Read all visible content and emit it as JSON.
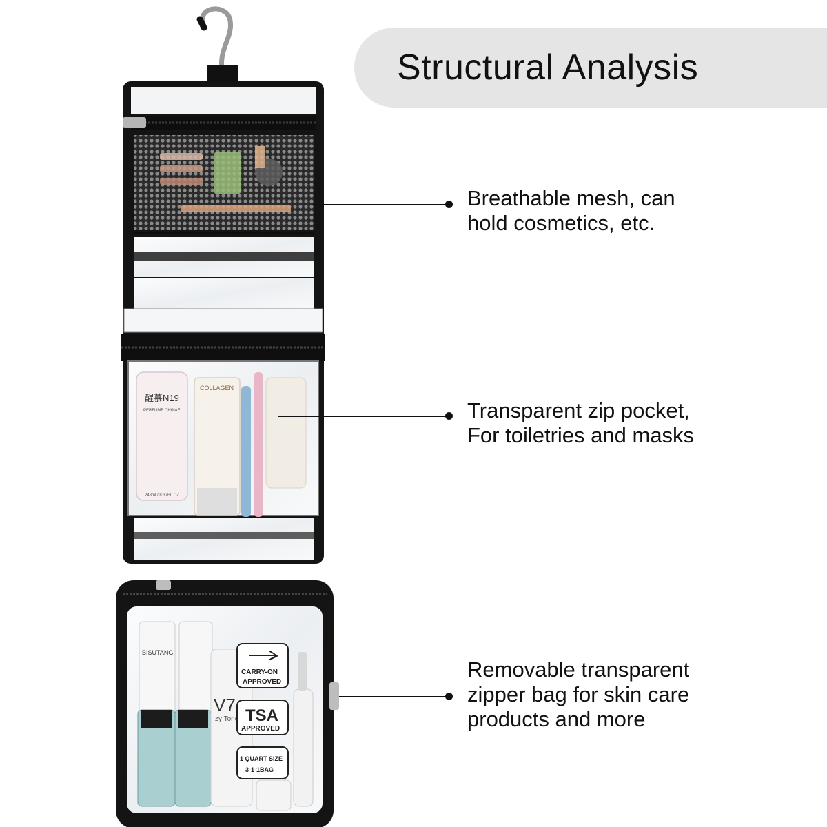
{
  "title": "Structural Analysis",
  "callouts": [
    {
      "lines": [
        "Breathable mesh, can",
        "hold cosmetics, etc."
      ]
    },
    {
      "lines": [
        "Transparent zip pocket,",
        "For toiletries and masks"
      ]
    },
    {
      "lines": [
        "Removable transparent",
        "zipper bag for skin care",
        "products and more"
      ]
    }
  ],
  "product_text": {
    "bottle_brand": "醒慕N19",
    "bottle_sub": "PERFUME CHINAE",
    "bottle_volume": "248ml / 8.37FL.OZ.",
    "tube_brand": "COLLAGEN",
    "badge_carry_on": [
      "CARRY-ON",
      "APPROVED"
    ],
    "badge_tsa": [
      "TSA",
      "APPROVED"
    ],
    "badge_quart": [
      "1 QUART SIZE",
      "3-1-1BAG"
    ],
    "toner_text": [
      "V7",
      "zy Toner"
    ],
    "small_bottle": "BISUTANG"
  },
  "colors": {
    "pill": "#e5e5e5",
    "text": "#111111",
    "bag_black": "#141414",
    "clear_plastic": "#f2f4f6"
  }
}
